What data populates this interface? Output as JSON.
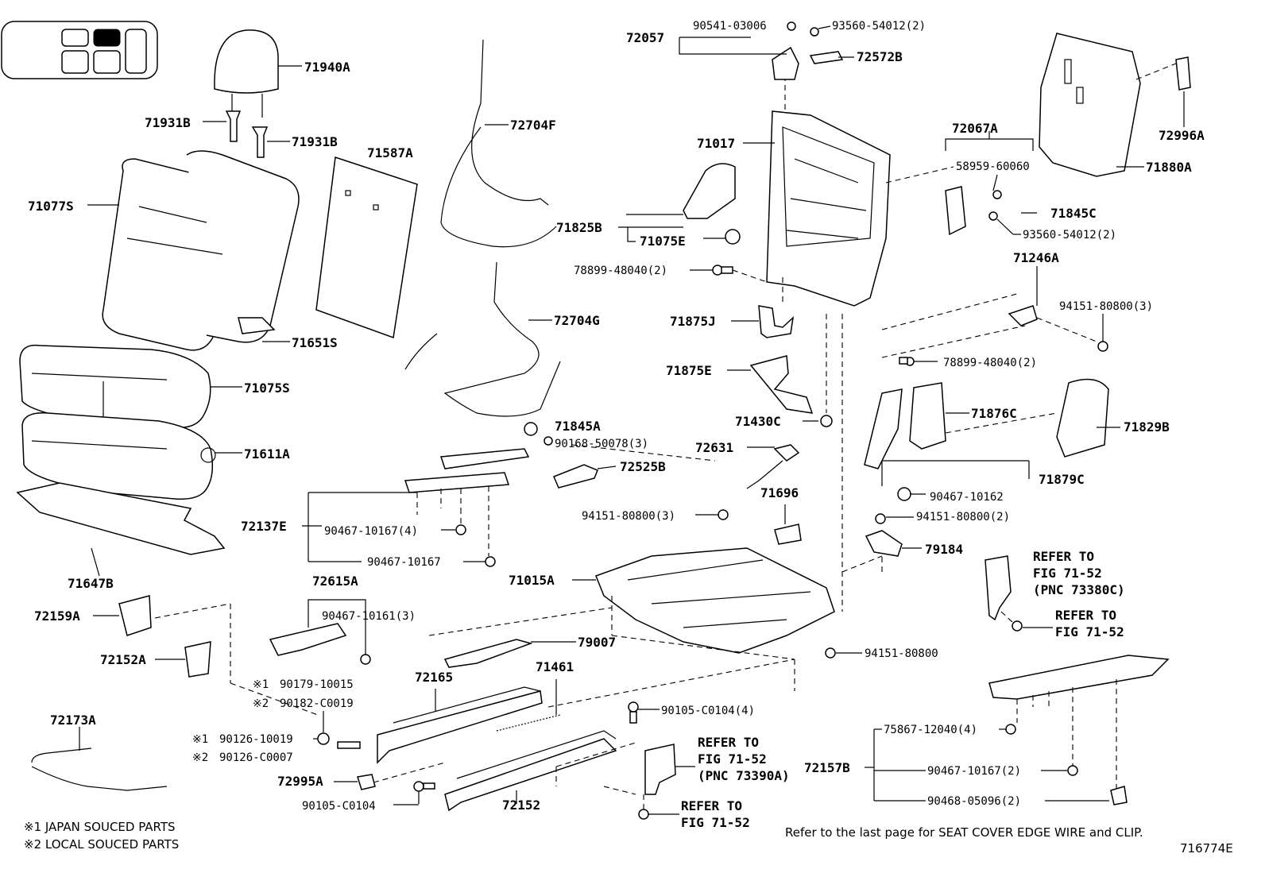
{
  "labels": {
    "p71940A": "71940A",
    "p71931B_1": "71931B",
    "p71931B_2": "71931B",
    "p71077S": "71077S",
    "p71587A": "71587A",
    "p71651S": "71651S",
    "p71075S": "71075S",
    "p71611A": "71611A",
    "p71647B": "71647B",
    "p72704F": "72704F",
    "p72704G": "72704G",
    "p71845A": "71845A",
    "p90168": "90168-50078(3)",
    "p72525B": "72525B",
    "p72137E": "72137E",
    "p90467_10167_4": "90467-10167(4)",
    "p90467_10167": "90467-10167",
    "p72615A": "72615A",
    "p90467_10161": "90467-10161(3)",
    "p72159A": "72159A",
    "p72152A": "72152A",
    "p90179": "90179-10015",
    "p90182": "90182-C0019",
    "p72165": "72165",
    "p71461": "71461",
    "p72173A": "72173A",
    "p90126_1": "90126-10019",
    "p90126_2": "90126-C0007",
    "p72995A": "72995A",
    "p90105_a": "90105-C0104",
    "p72152": "72152",
    "p90105_b": "90105-C0104(4)",
    "p72057": "72057",
    "p90541": "90541-03006",
    "p93560_1": "93560-54012(2)",
    "p72572B": "72572B",
    "p71017": "71017",
    "p71825B": "71825B",
    "p71075E": "71075E",
    "p78899_1": "78899-48040(2)",
    "p71875J": "71875J",
    "p71875E": "71875E",
    "p71430C": "71430C",
    "p72631": "72631",
    "p71696": "71696",
    "p94151_3a": "94151-80800(3)",
    "p71015A": "71015A",
    "p79007": "79007",
    "p72067A": "72067A",
    "p58959": "58959-60060",
    "p71845C": "71845C",
    "p93560_2": "93560-54012(2)",
    "p71246A": "71246A",
    "p94151_3b": "94151-80800(3)",
    "p78899_2": "78899-48040(2)",
    "p71876C": "71876C",
    "p71829B": "71829B",
    "p71879C": "71879C",
    "p90467_10162": "90467-10162",
    "p94151_2": "94151-80800(2)",
    "p79184": "79184",
    "p94151": "94151-80800",
    "p71880A": "71880A",
    "p72996A": "72996A",
    "p72157B": "72157B",
    "p75867": "75867-12040(4)",
    "p90467_10167_2": "90467-10167(2)",
    "p90468": "90468-05096(2)",
    "mark1a": "※1",
    "mark2a": "※2",
    "mark1b": "※1",
    "mark2b": "※2"
  },
  "refers": {
    "r1_l1": "REFER TO",
    "r1_l2": "FIG 71-52",
    "r1_l3": "(PNC 73380C)",
    "r2_l1": "REFER TO",
    "r2_l2": "FIG 71-52",
    "r3_l1": "REFER TO",
    "r3_l2": "FIG 71-52",
    "r3_l3": "(PNC 73390A)",
    "r4_l1": "REFER TO",
    "r4_l2": "FIG 71-52"
  },
  "footnotes": {
    "n1": "※1  JAPAN SOUCED PARTS",
    "n2": "※2  LOCAL SOUCED PARTS",
    "bottom_note": "Refer to the last page for SEAT COVER EDGE WIRE and CLIP.",
    "figure_id": "716774E"
  }
}
